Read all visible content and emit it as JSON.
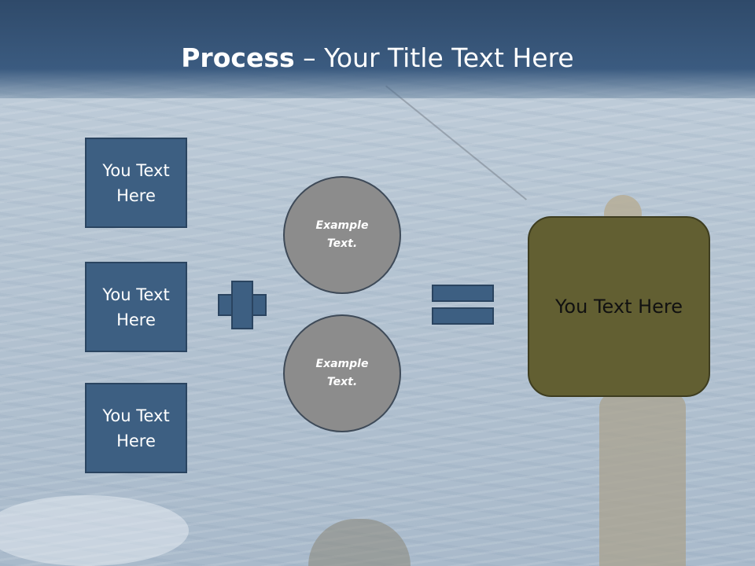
{
  "title": {
    "bold": "Process",
    "rest": " – Your Title Text Here"
  },
  "inputs": [
    {
      "label": "You Text Here"
    },
    {
      "label": "You Text Here"
    },
    {
      "label": "You Text Here"
    }
  ],
  "operator_plus": "plus",
  "operator_equals": "equals",
  "circles": [
    {
      "label": "Example Text."
    },
    {
      "label": "Example Text."
    }
  ],
  "result": {
    "label": "You Text Here"
  },
  "colors": {
    "title_band": "#3b5b80",
    "box_fill": "#3d5f82",
    "circle_fill": "#8c8c8c",
    "result_fill": "#625f32"
  }
}
